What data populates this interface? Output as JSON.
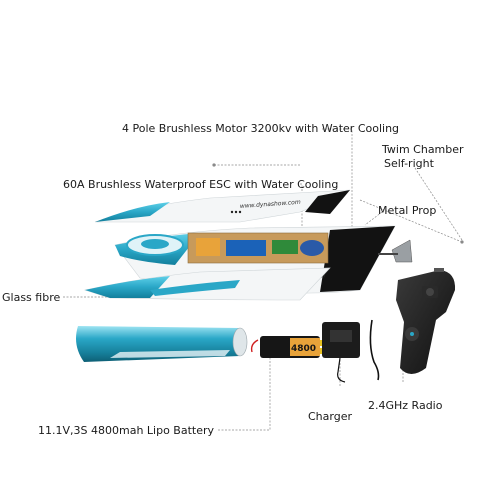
{
  "labels": {
    "motor": "4 Pole Brushless Motor 3200kv with Water Cooling",
    "esc": "60A Brushless Waterproof ESC with Water Cooling",
    "twim_chamber": "Twim Chamber",
    "self_right": "Self-right",
    "metal_prop": "Metal Prop",
    "glass_fibre": "Glass fibre",
    "battery": "11.1V,3S 4800mah Lipo Battery",
    "charger": "Charger",
    "radio": "2.4GHz Radio"
  },
  "product_marks": {
    "battery_capacity": "4800",
    "hull_brand": "www.dynashow.com"
  },
  "colors": {
    "accent": "#2aa7c7",
    "accent_dark": "#137f9c",
    "hull_white": "#f4f6f7",
    "black": "#121212",
    "text": "#1a1a1a"
  }
}
